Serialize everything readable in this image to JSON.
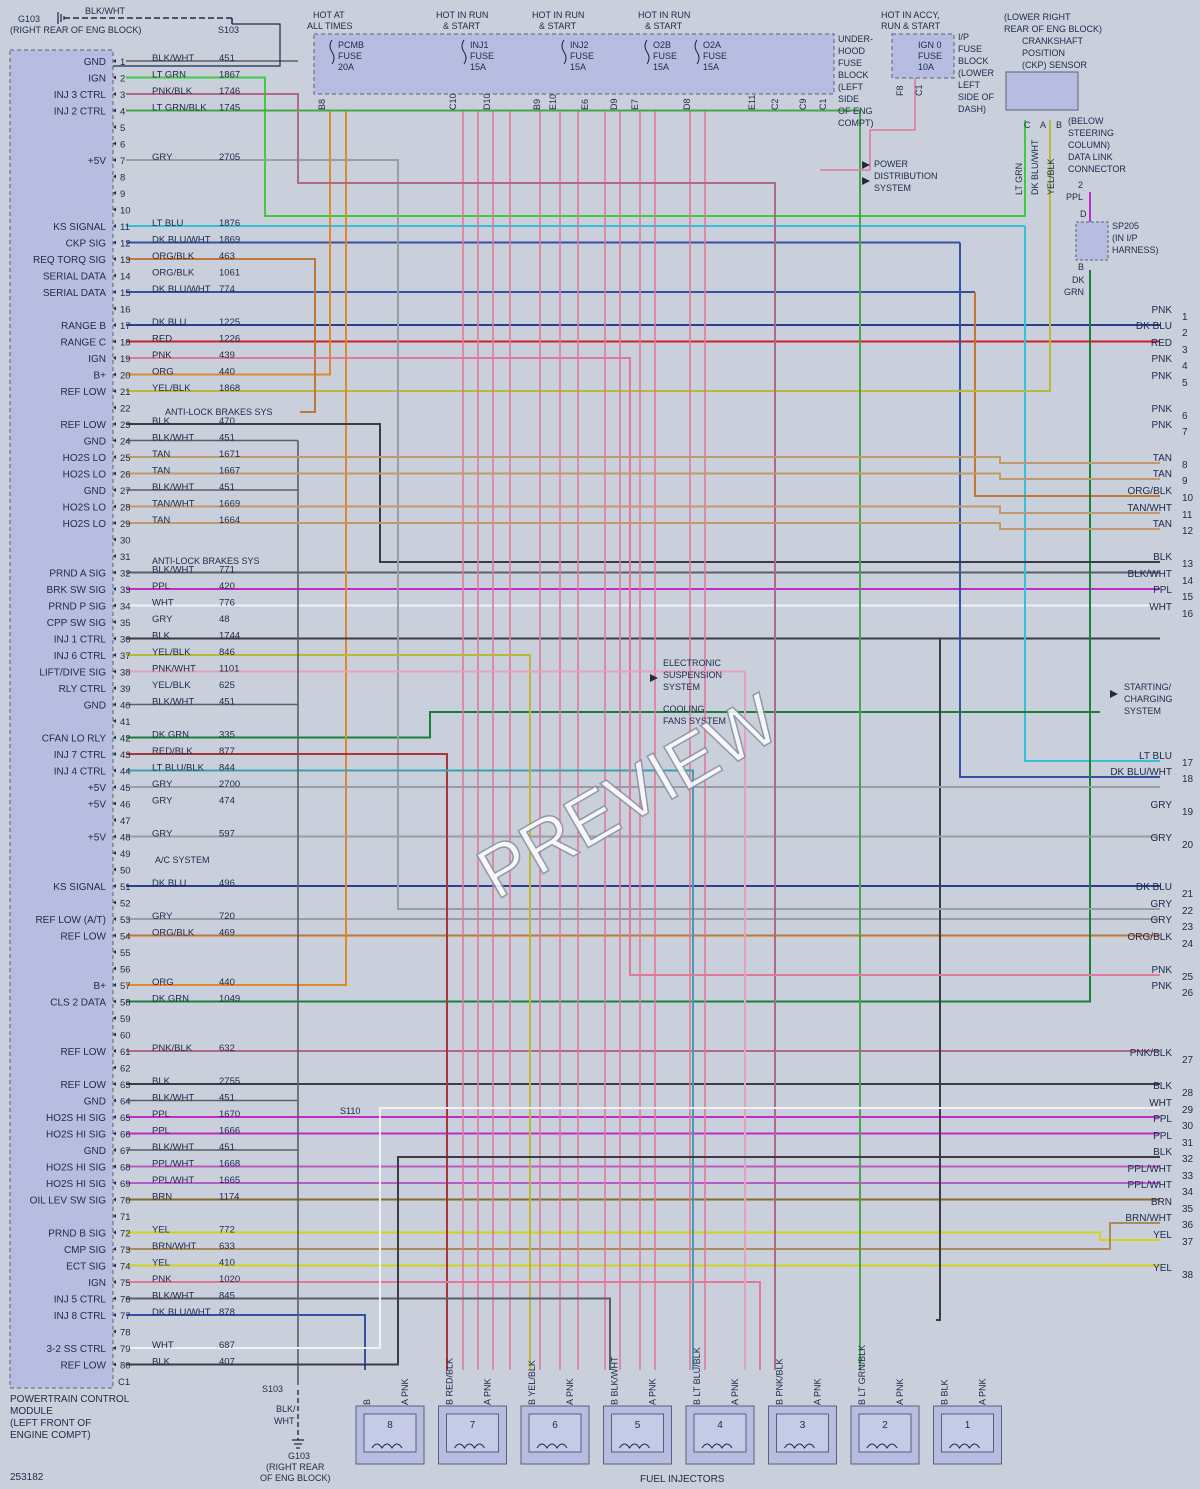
{
  "diagram_id": "253182",
  "watermark": "PREVIEW",
  "pcm": {
    "title_lines": [
      "POWERTRAIN CONTROL",
      "MODULE",
      "(LEFT FRONT OF",
      "ENGINE COMPT)"
    ],
    "connector_label": "C1"
  },
  "ground_top": {
    "wire": "BLK/WHT",
    "name": "G103",
    "desc": "(RIGHT REAR OF ENG BLOCK)",
    "splice": "S103"
  },
  "ground_bottom": {
    "splice": "S103",
    "wire_lines": [
      "BLK/",
      "WHT"
    ],
    "name_lines": [
      "G103",
      "(RIGHT REAR",
      "OF ENG BLOCK)"
    ]
  },
  "splice_s110": "S110",
  "fuse_block": {
    "headers": [
      {
        "lines": [
          "HOT AT",
          "ALL TIMES"
        ]
      },
      {
        "lines": [
          "HOT IN RUN",
          "& START"
        ]
      },
      {
        "lines": [
          "HOT IN RUN",
          "& START"
        ]
      },
      {
        "lines": [
          "HOT IN RUN",
          "& START"
        ]
      }
    ],
    "fuses": [
      {
        "lines": [
          "PCMB",
          "FUSE",
          "20A"
        ]
      },
      {
        "lines": [
          "INJ1",
          "FUSE",
          "15A"
        ]
      },
      {
        "lines": [
          "INJ2",
          "FUSE",
          "15A"
        ]
      },
      {
        "lines": [
          "O2B",
          "FUSE",
          "15A"
        ]
      },
      {
        "lines": [
          "O2A",
          "FUSE",
          "15A"
        ]
      }
    ],
    "desc_lines": [
      "UNDER-",
      "HOOD",
      "FUSE",
      "BLOCK",
      "(LEFT",
      "SIDE",
      "OF ENG",
      "COMPT)"
    ],
    "terminals": [
      "B8",
      "C10",
      "D10",
      "B9",
      "E10",
      "E6",
      "D9",
      "E7",
      "D8",
      "E11",
      "C2",
      "C9",
      "C1"
    ]
  },
  "ip_fuse": {
    "header_lines": [
      "HOT IN ACCY,",
      "RUN & START"
    ],
    "fuse_lines": [
      "IGN 0",
      "FUSE",
      "10A"
    ],
    "desc_lines": [
      "I/P",
      "FUSE",
      "BLOCK",
      "(LOWER",
      "LEFT",
      "SIDE OF",
      "DASH)"
    ],
    "terminals": [
      "F8",
      "C1"
    ]
  },
  "ckp_sensor": {
    "lines": [
      "(LOWER RIGHT",
      "REAR OF ENG BLOCK)",
      "CRANKSHAFT",
      "POSITION",
      "(CKP) SENSOR"
    ],
    "wires": [
      "LT GRN",
      "DK BLU/WHT",
      "YEL/BLK"
    ],
    "pins": [
      "C",
      "A",
      "B"
    ]
  },
  "dlc": {
    "lines": [
      "(BELOW",
      "STEERING",
      "COLUMN)",
      "DATA LINK",
      "CONNECTOR"
    ],
    "pin": "2",
    "wire": "PPL"
  },
  "sp205": {
    "lines": [
      "SP205",
      "(IN I/P",
      "HARNESS)"
    ],
    "pin_top": "D",
    "pin_bottom": "B",
    "wire_lines": [
      "DK",
      "GRN"
    ]
  },
  "systems": {
    "power_dist": [
      "POWER",
      "DISTRIBUTION",
      "SYSTEM"
    ],
    "anti_lock_1": "ANTI-LOCK BRAKES SYS",
    "anti_lock_2": "ANTI-LOCK BRAKES SYS",
    "electronic_susp": [
      "ELECTRONIC",
      "SUSPENSION",
      "SYSTEM"
    ],
    "cooling_fans": [
      "COOLING",
      "FANS SYSTEM"
    ],
    "starting_charging": [
      "STARTING/",
      "CHARGING",
      "SYSTEM"
    ],
    "ac_system": "A/C SYSTEM"
  },
  "pins": [
    {
      "n": "1",
      "name": "GND",
      "color": "BLK/WHT",
      "circuit": "451"
    },
    {
      "n": "2",
      "name": "IGN",
      "color": "LT GRN",
      "circuit": "1867"
    },
    {
      "n": "3",
      "name": "INJ 3 CTRL",
      "color": "PNK/BLK",
      "circuit": "1746"
    },
    {
      "n": "4",
      "name": "INJ 2 CTRL",
      "color": "LT GRN/BLK",
      "circuit": "1745"
    },
    {
      "n": "5",
      "name": "",
      "color": "",
      "circuit": ""
    },
    {
      "n": "6",
      "name": "",
      "color": "",
      "circuit": ""
    },
    {
      "n": "7",
      "name": "+5V",
      "color": "GRY",
      "circuit": "2705"
    },
    {
      "n": "8",
      "name": "",
      "color": "",
      "circuit": ""
    },
    {
      "n": "9",
      "name": "",
      "color": "",
      "circuit": ""
    },
    {
      "n": "10",
      "name": "",
      "color": "",
      "circuit": ""
    },
    {
      "n": "11",
      "name": "KS SIGNAL",
      "color": "LT BLU",
      "circuit": "1876"
    },
    {
      "n": "12",
      "name": "CKP SIG",
      "color": "DK BLU/WHT",
      "circuit": "1869"
    },
    {
      "n": "13",
      "name": "REQ TORQ SIG",
      "color": "ORG/BLK",
      "circuit": "463"
    },
    {
      "n": "14",
      "name": "SERIAL DATA",
      "color": "ORG/BLK",
      "circuit": "1061"
    },
    {
      "n": "15",
      "name": "SERIAL DATA",
      "color": "DK BLU/WHT",
      "circuit": "774"
    },
    {
      "n": "16",
      "name": "",
      "color": "",
      "circuit": ""
    },
    {
      "n": "17",
      "name": "RANGE B",
      "color": "DK BLU",
      "circuit": "1225"
    },
    {
      "n": "18",
      "name": "RANGE C",
      "color": "RED",
      "circuit": "1226"
    },
    {
      "n": "19",
      "name": "IGN",
      "color": "PNK",
      "circuit": "439"
    },
    {
      "n": "20",
      "name": "B+",
      "color": "ORG",
      "circuit": "440"
    },
    {
      "n": "21",
      "name": "REF LOW",
      "color": "YEL/BLK",
      "circuit": "1868"
    },
    {
      "n": "22",
      "name": "",
      "color": "",
      "circuit": ""
    },
    {
      "n": "23",
      "name": "REF LOW",
      "color": "BLK",
      "circuit": "470"
    },
    {
      "n": "24",
      "name": "GND",
      "color": "BLK/WHT",
      "circuit": "451"
    },
    {
      "n": "25",
      "name": "HO2S LO",
      "color": "TAN",
      "circuit": "1671"
    },
    {
      "n": "26",
      "name": "HO2S LO",
      "color": "TAN",
      "circuit": "1667"
    },
    {
      "n": "27",
      "name": "GND",
      "color": "BLK/WHT",
      "circuit": "451"
    },
    {
      "n": "28",
      "name": "HO2S LO",
      "color": "TAN/WHT",
      "circuit": "1669"
    },
    {
      "n": "29",
      "name": "HO2S LO",
      "color": "TAN",
      "circuit": "1664"
    },
    {
      "n": "30",
      "name": "",
      "color": "",
      "circuit": ""
    },
    {
      "n": "31",
      "name": "",
      "color": "",
      "circuit": ""
    },
    {
      "n": "32",
      "name": "PRND A SIG",
      "color": "BLK/WHT",
      "circuit": "771"
    },
    {
      "n": "33",
      "name": "BRK SW SIG",
      "color": "PPL",
      "circuit": "420"
    },
    {
      "n": "34",
      "name": "PRND P SIG",
      "color": "WHT",
      "circuit": "776"
    },
    {
      "n": "35",
      "name": "CPP SW SIG",
      "color": "GRY",
      "circuit": "48"
    },
    {
      "n": "36",
      "name": "INJ 1 CTRL",
      "color": "BLK",
      "circuit": "1744"
    },
    {
      "n": "37",
      "name": "INJ 6 CTRL",
      "color": "YEL/BLK",
      "circuit": "846"
    },
    {
      "n": "38",
      "name": "LIFT/DIVE SIG",
      "color": "PNK/WHT",
      "circuit": "1101"
    },
    {
      "n": "39",
      "name": "RLY CTRL",
      "color": "YEL/BLK",
      "circuit": "625"
    },
    {
      "n": "40",
      "name": "GND",
      "color": "BLK/WHT",
      "circuit": "451"
    },
    {
      "n": "41",
      "name": "",
      "color": "",
      "circuit": ""
    },
    {
      "n": "42",
      "name": "CFAN LO RLY",
      "color": "DK GRN",
      "circuit": "335"
    },
    {
      "n": "43",
      "name": "INJ 7 CTRL",
      "color": "RED/BLK",
      "circuit": "877"
    },
    {
      "n": "44",
      "name": "INJ 4 CTRL",
      "color": "LT BLU/BLK",
      "circuit": "844"
    },
    {
      "n": "45",
      "name": "+5V",
      "color": "GRY",
      "circuit": "2700"
    },
    {
      "n": "46",
      "name": "+5V",
      "color": "GRY",
      "circuit": "474"
    },
    {
      "n": "47",
      "name": "",
      "color": "",
      "circuit": ""
    },
    {
      "n": "48",
      "name": "+5V",
      "color": "GRY",
      "circuit": "597"
    },
    {
      "n": "49",
      "name": "",
      "color": "",
      "circuit": ""
    },
    {
      "n": "50",
      "name": "",
      "color": "",
      "circuit": ""
    },
    {
      "n": "51",
      "name": "KS SIGNAL",
      "color": "DK BLU",
      "circuit": "496"
    },
    {
      "n": "52",
      "name": "",
      "color": "",
      "circuit": ""
    },
    {
      "n": "53",
      "name": "REF LOW (A/T)",
      "color": "GRY",
      "circuit": "720"
    },
    {
      "n": "54",
      "name": "REF LOW",
      "color": "ORG/BLK",
      "circuit": "469"
    },
    {
      "n": "55",
      "name": "",
      "color": "",
      "circuit": ""
    },
    {
      "n": "56",
      "name": "",
      "color": "",
      "circuit": ""
    },
    {
      "n": "57",
      "name": "B+",
      "color": "ORG",
      "circuit": "440"
    },
    {
      "n": "58",
      "name": "CLS 2 DATA",
      "color": "DK GRN",
      "circuit": "1049"
    },
    {
      "n": "59",
      "name": "",
      "color": "",
      "circuit": ""
    },
    {
      "n": "60",
      "name": "",
      "color": "",
      "circuit": ""
    },
    {
      "n": "61",
      "name": "REF LOW",
      "color": "PNK/BLK",
      "circuit": "632"
    },
    {
      "n": "62",
      "name": "",
      "color": "",
      "circuit": ""
    },
    {
      "n": "63",
      "name": "REF LOW",
      "color": "BLK",
      "circuit": "2755"
    },
    {
      "n": "64",
      "name": "GND",
      "color": "BLK/WHT",
      "circuit": "451"
    },
    {
      "n": "65",
      "name": "HO2S HI SIG",
      "color": "PPL",
      "circuit": "1670"
    },
    {
      "n": "66",
      "name": "HO2S HI SIG",
      "color": "PPL",
      "circuit": "1666"
    },
    {
      "n": "67",
      "name": "GND",
      "color": "BLK/WHT",
      "circuit": "451"
    },
    {
      "n": "68",
      "name": "HO2S HI SIG",
      "color": "PPL/WHT",
      "circuit": "1668"
    },
    {
      "n": "69",
      "name": "HO2S HI SIG",
      "color": "PPL/WHT",
      "circuit": "1665"
    },
    {
      "n": "70",
      "name": "OIL LEV SW SIG",
      "color": "BRN",
      "circuit": "1174"
    },
    {
      "n": "71",
      "name": "",
      "color": "",
      "circuit": ""
    },
    {
      "n": "72",
      "name": "PRND B SIG",
      "color": "YEL",
      "circuit": "772"
    },
    {
      "n": "73",
      "name": "CMP SIG",
      "color": "BRN/WHT",
      "circuit": "633"
    },
    {
      "n": "74",
      "name": "ECT SIG",
      "color": "YEL",
      "circuit": "410"
    },
    {
      "n": "75",
      "name": "IGN",
      "color": "PNK",
      "circuit": "1020"
    },
    {
      "n": "76",
      "name": "INJ 5 CTRL",
      "color": "BLK/WHT",
      "circuit": "845"
    },
    {
      "n": "77",
      "name": "INJ 8 CTRL",
      "color": "DK BLU/WHT",
      "circuit": "878"
    },
    {
      "n": "78",
      "name": "",
      "color": "",
      "circuit": ""
    },
    {
      "n": "79",
      "name": "3-2 SS CTRL",
      "color": "WHT",
      "circuit": "687"
    },
    {
      "n": "80",
      "name": "REF LOW",
      "color": "BLK",
      "circuit": "407"
    }
  ],
  "right_edge": [
    {
      "n": "1",
      "label": "PNK"
    },
    {
      "n": "2",
      "label": "DK BLU"
    },
    {
      "n": "3",
      "label": "RED"
    },
    {
      "n": "4",
      "label": "PNK"
    },
    {
      "n": "5",
      "label": "PNK"
    },
    {
      "n": "6",
      "label": "PNK"
    },
    {
      "n": "7",
      "label": "PNK"
    },
    {
      "n": "8",
      "label": "TAN"
    },
    {
      "n": "9",
      "label": "TAN"
    },
    {
      "n": "10",
      "label": "ORG/BLK"
    },
    {
      "n": "11",
      "label": "TAN/WHT"
    },
    {
      "n": "12",
      "label": "TAN"
    },
    {
      "n": "13",
      "label": "BLK"
    },
    {
      "n": "14",
      "label": "BLK/WHT"
    },
    {
      "n": "15",
      "label": "PPL"
    },
    {
      "n": "16",
      "label": "WHT"
    },
    {
      "n": "17",
      "label": "LT BLU"
    },
    {
      "n": "18",
      "label": "DK BLU/WHT"
    },
    {
      "n": "19",
      "label": "GRY"
    },
    {
      "n": "20",
      "label": "GRY"
    },
    {
      "n": "21",
      "label": "DK BLU"
    },
    {
      "n": "22",
      "label": "GRY"
    },
    {
      "n": "23",
      "label": "GRY"
    },
    {
      "n": "24",
      "label": "ORG/BLK"
    },
    {
      "n": "25",
      "label": "PNK"
    },
    {
      "n": "26",
      "label": "PNK"
    },
    {
      "n": "27",
      "label": "PNK/BLK"
    },
    {
      "n": "28",
      "label": "BLK"
    },
    {
      "n": "29",
      "label": "WHT"
    },
    {
      "n": "30",
      "label": "PPL"
    },
    {
      "n": "31",
      "label": "PPL"
    },
    {
      "n": "32",
      "label": "BLK"
    },
    {
      "n": "33",
      "label": "PPL/WHT"
    },
    {
      "n": "34",
      "label": "PPL/WHT"
    },
    {
      "n": "35",
      "label": "BRN"
    },
    {
      "n": "36",
      "label": "BRN/WHT"
    },
    {
      "n": "37",
      "label": "YEL"
    },
    {
      "n": "38",
      "label": "YEL"
    }
  ],
  "injectors": {
    "caption": "FUEL INJECTORS",
    "items": [
      {
        "num": "8",
        "b_wire": "",
        "a_wire": "PNK"
      },
      {
        "num": "7",
        "b_wire": "RED/BLK",
        "a_wire": "PNK"
      },
      {
        "num": "6",
        "b_wire": "YEL/BLK",
        "a_wire": "PNK"
      },
      {
        "num": "5",
        "b_wire": "BLK/WHT",
        "a_wire": "PNK"
      },
      {
        "num": "4",
        "b_wire": "LT BLU/BLK",
        "a_wire": "PNK"
      },
      {
        "num": "3",
        "b_wire": "PNK/BLK",
        "a_wire": "PNK"
      },
      {
        "num": "2",
        "b_wire": "LT GRN/BLK",
        "a_wire": "PNK"
      },
      {
        "num": "1",
        "b_wire": "BLK",
        "a_wire": "PNK"
      }
    ],
    "pin_b": "B",
    "pin_a": "A"
  },
  "wire_colors": {
    "PNK": "#e07a98",
    "DK BLU": "#2b3f8f",
    "RED": "#d11f2a",
    "LT BLU": "#33c1d6",
    "DK BLU/WHT": "#3551a3",
    "GRY": "#9a9da6",
    "ORG": "#e0892a",
    "ORG/BLK": "#c27736",
    "TAN": "#c19a6b",
    "BLK": "#3c3c44",
    "BLK/WHT": "#5c5e68",
    "PPL": "#c12bc9",
    "PPL/WHT": "#b95bc4",
    "WHT": "#eef0f4",
    "BRN": "#8a6a2e",
    "BRN/WHT": "#a88c56",
    "YEL": "#d2d21c",
    "YEL/BLK": "#b9b83a",
    "LT GRN": "#3fcc3f",
    "DK GRN": "#1b7f3b",
    "PNK/BLK": "#b06a88",
    "RED/BLK": "#a8343c",
    "LT BLU/BLK": "#3ca0b0",
    "LT GRN/BLK": "#47a747",
    "PNK/WHT": "#e6a2bc",
    "TAN/WHT": "#c9a886"
  }
}
